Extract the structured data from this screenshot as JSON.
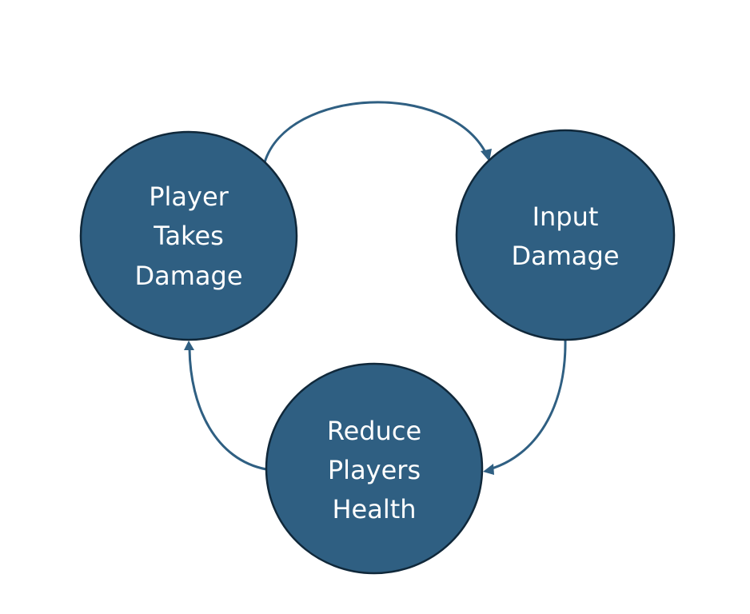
{
  "diagram": {
    "type": "cycle",
    "nodes": [
      {
        "id": "n1",
        "lines": [
          "Player",
          "Takes",
          "Damage"
        ]
      },
      {
        "id": "n2",
        "lines": [
          "Input",
          "Damage"
        ]
      },
      {
        "id": "n3",
        "lines": [
          "Reduce",
          "Players",
          "Health"
        ]
      }
    ],
    "edges": [
      {
        "from": "n1",
        "to": "n2"
      },
      {
        "from": "n2",
        "to": "n3"
      },
      {
        "from": "n3",
        "to": "n1"
      }
    ],
    "colors": {
      "node_fill": "#2f5f82",
      "node_stroke": "#10283a",
      "edge": "#2f5f82",
      "text": "#ffffff"
    }
  }
}
